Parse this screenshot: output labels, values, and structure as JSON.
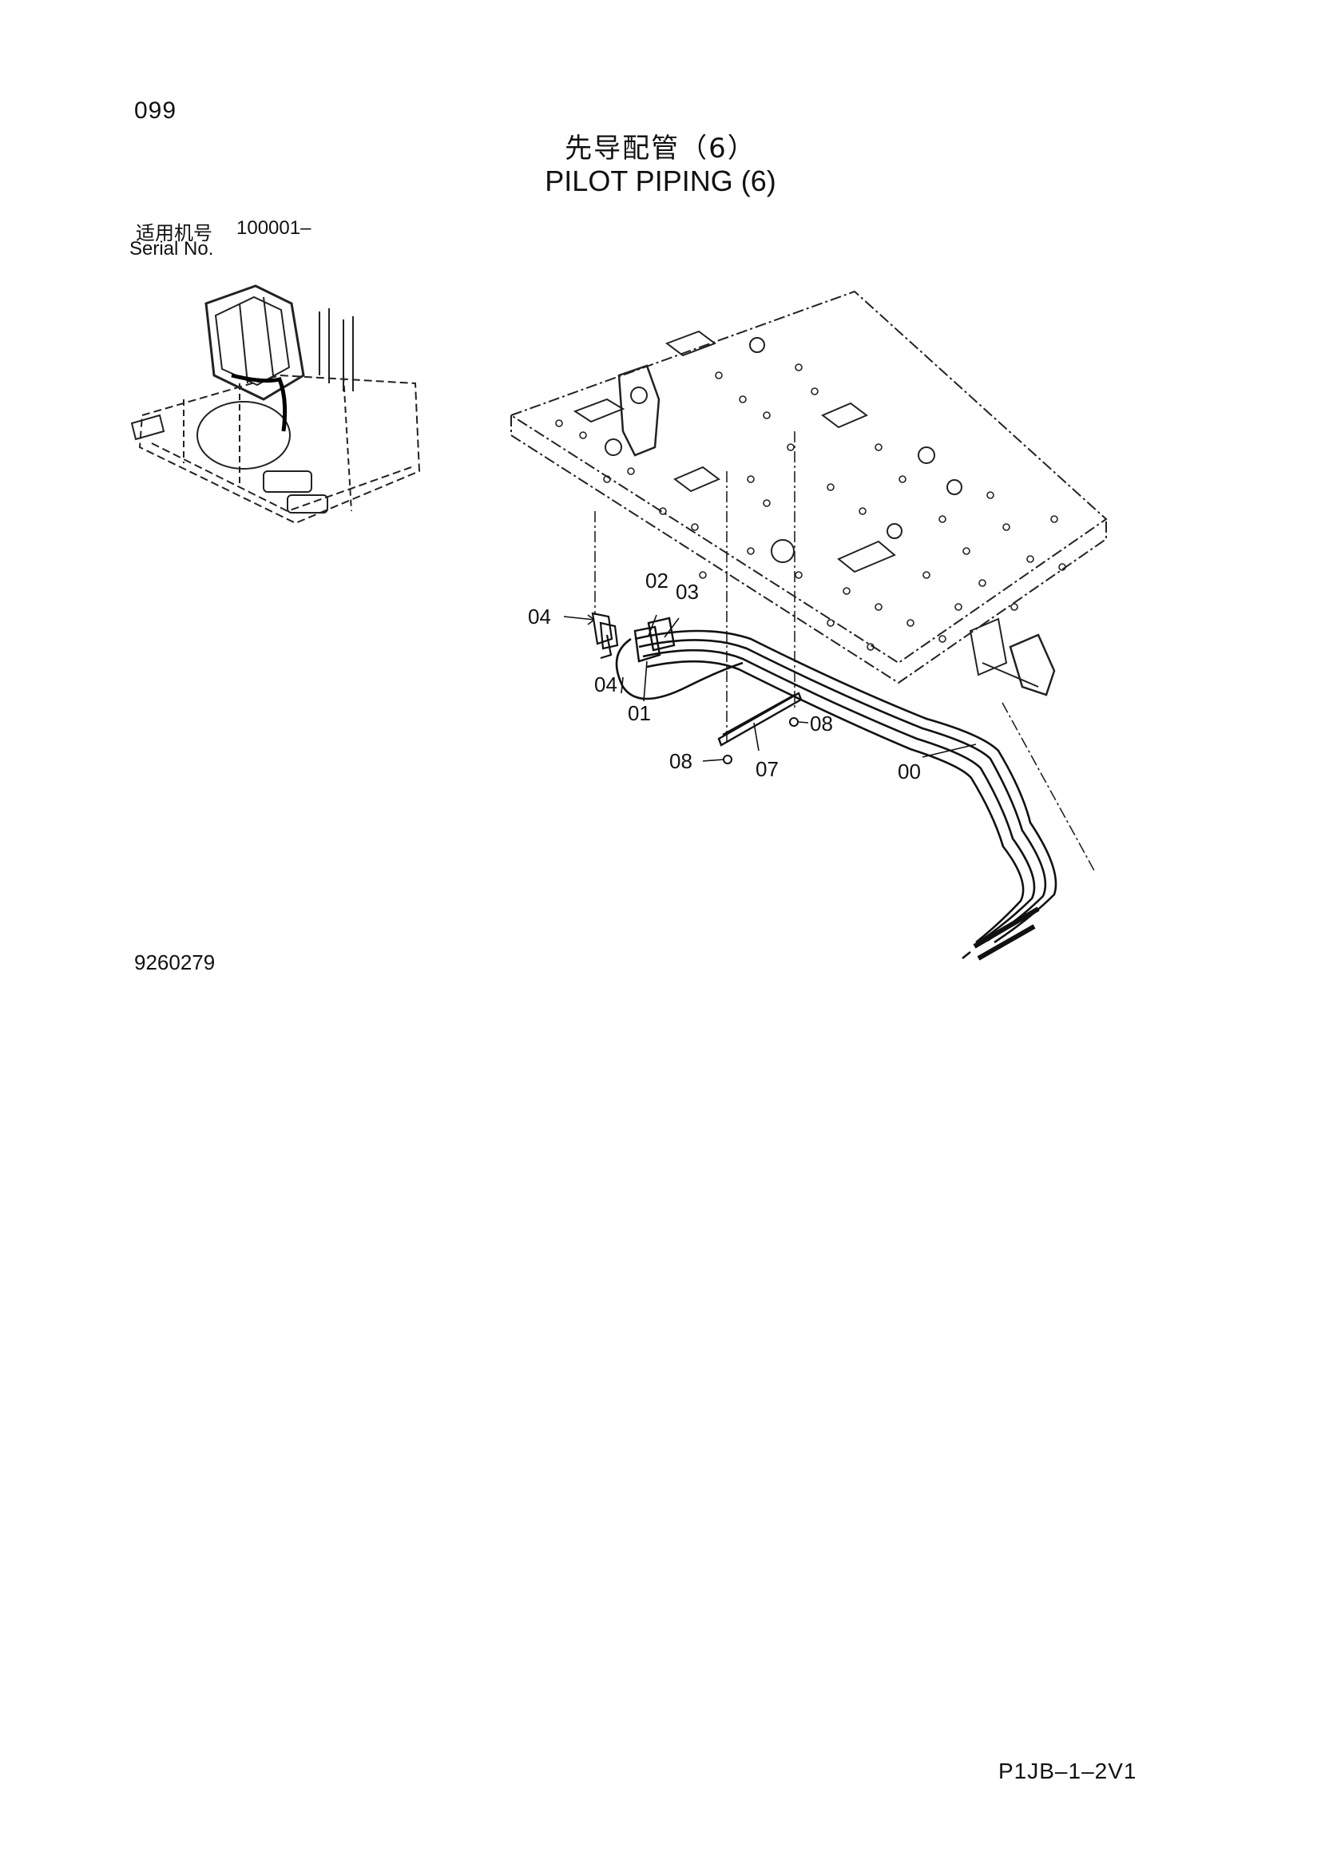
{
  "header": {
    "page_number": "099",
    "title_cn": "先导配管（6）",
    "title_en": "PILOT PIPING (6)",
    "serial_label_cn": "适用机号",
    "serial_value": "100001–",
    "serial_label_en": "Serial No."
  },
  "diagram": {
    "callouts": {
      "c00": "00",
      "c01": "01",
      "c02": "02",
      "c03": "03",
      "c04a": "04",
      "c04b": "04",
      "c07": "07",
      "c08a": "08",
      "c08b": "08"
    }
  },
  "footer": {
    "drawing_code": "9260279",
    "doc_code": "P1JB–1–2V1"
  }
}
